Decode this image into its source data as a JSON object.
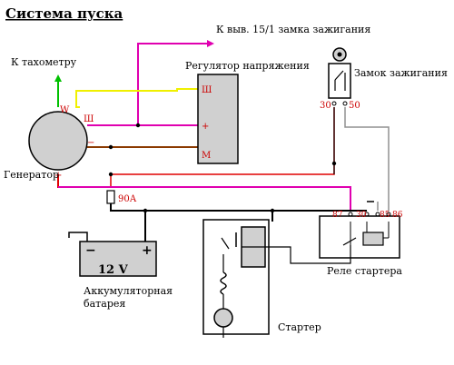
{
  "title": "Система пуска",
  "labels": {
    "ignition_terminal": "К выв. 15/1 замка зажигания",
    "tachometer": "К тахометру",
    "regulator": "Регулятор напряжения",
    "ignition_switch": "Замок зажигания",
    "generator": "Генератор",
    "fuse": "90А",
    "battery_voltage": "12 V",
    "battery_line1": "Аккумуляторная",
    "battery_line2": "батарея",
    "starter_relay": "Реле стартера",
    "starter": "Стартер"
  },
  "terminals": {
    "gen_w": "W",
    "gen_sh": "Ш",
    "gen_minus": "−",
    "gen_plus": "+",
    "reg_sh": "Ш",
    "reg_plus": "+",
    "reg_m": "М",
    "switch_left": "30",
    "switch_right": "50",
    "relay_87": "87",
    "relay_30": "30",
    "relay_85": "85",
    "relay_86": "86",
    "bat_minus": "−",
    "bat_plus": "+"
  },
  "colors": {
    "wire_red": "#e00000",
    "wire_magenta": "#e000b0",
    "wire_yellow": "#f0f000",
    "wire_green": "#00c000",
    "wire_brown": "#8b3a00",
    "wire_black": "#000000",
    "wire_grey": "#909090",
    "component_fill": "#d0d0d0"
  }
}
